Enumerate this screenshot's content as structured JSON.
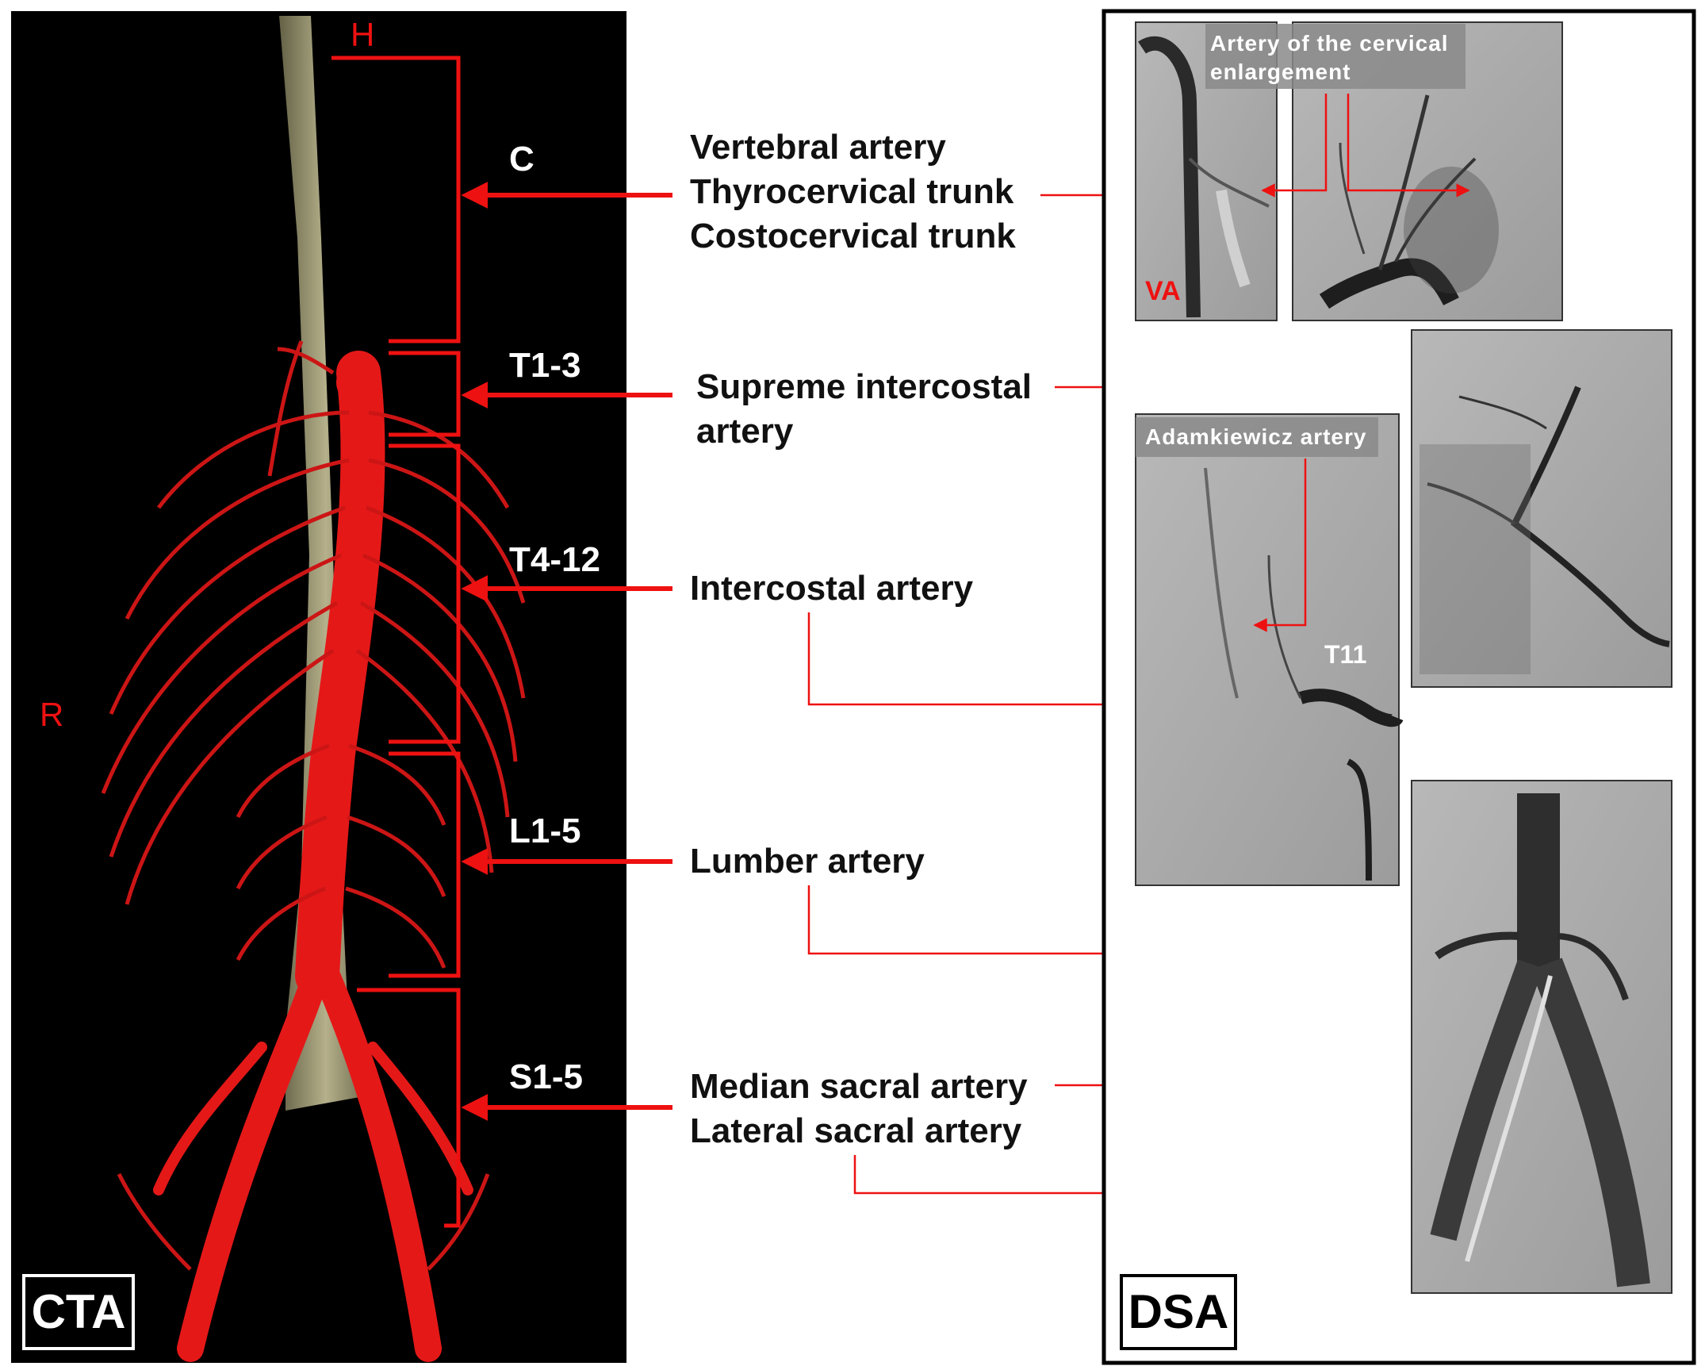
{
  "left_panel": {
    "label": "CTA",
    "orientation_top": "H",
    "orientation_side": "R",
    "segments": [
      {
        "id": "C",
        "label": "C"
      },
      {
        "id": "T13",
        "label": "T1-3"
      },
      {
        "id": "T412",
        "label": "T4-12"
      },
      {
        "id": "L15",
        "label": "L1-5"
      },
      {
        "id": "S15",
        "label": "S1-5"
      }
    ]
  },
  "middle_labels": {
    "cervical": [
      "Vertebral artery",
      "Thyrocervical trunk",
      "Costocervical trunk"
    ],
    "supreme": [
      "Supreme intercostal",
      "artery"
    ],
    "intercostal": [
      "Intercostal artery"
    ],
    "lumbar": [
      "Lumber artery"
    ],
    "sacral": [
      "Median sacral artery",
      "Lateral sacral artery"
    ]
  },
  "right_panel": {
    "label": "DSA",
    "cervical_caption": [
      "Artery of the cervical",
      "enlargement"
    ],
    "va_tag": "VA",
    "adamkiewicz_caption": "Adamkiewicz artery",
    "t11_tag": "T11"
  },
  "colors": {
    "accent_red": "#ee1111",
    "aorta_red": "#e51818",
    "spine_tint": "#b8b38a",
    "cta_background": "#000000",
    "dsa_background": "#a9a9a9"
  }
}
